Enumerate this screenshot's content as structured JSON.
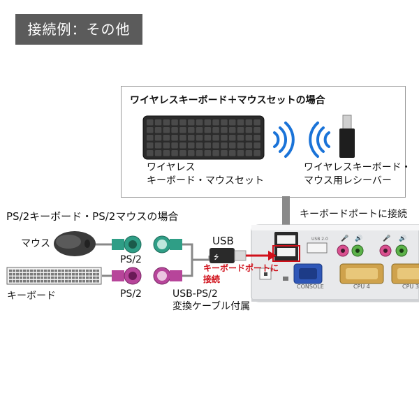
{
  "title": "接続例：その他",
  "wireless": {
    "heading": "ワイヤレスキーボード＋マウスセットの場合",
    "set_label_1": "ワイヤレス",
    "set_label_2": "キーボード・マウスセット",
    "receiver_label_1": "ワイヤレスキーボード・",
    "receiver_label_2": "マウス用レシーバー"
  },
  "keyboard_port_label": "キーボードポートに接続",
  "ps2": {
    "heading": "PS/2キーボード・PS/2マウスの場合",
    "mouse_label": "マウス",
    "keyboard_label": "キーボード",
    "ps2_label_1": "PS/2",
    "ps2_label_2": "PS/2",
    "usb_label": "USB",
    "cable_label_1": "USB-PS/2",
    "cable_label_2": "変換ケーブル付属",
    "red_note_1": "キーボードポートに",
    "red_note_2": "接続"
  },
  "device": {
    "usb_tag": "USB 2.0",
    "console_label": "CONSOLE",
    "cpu4_label": "CPU 4",
    "cpu3_label": "CPU 3"
  },
  "colors": {
    "ps2_mouse": "#2f9e86",
    "ps2_keyboard": "#b7459a",
    "arrow": "#d0101a",
    "badge": "#5b5b5b",
    "vga_blue": "#2f57b8",
    "mic_pink": "#d9508f",
    "audio_green": "#5cb24a"
  }
}
